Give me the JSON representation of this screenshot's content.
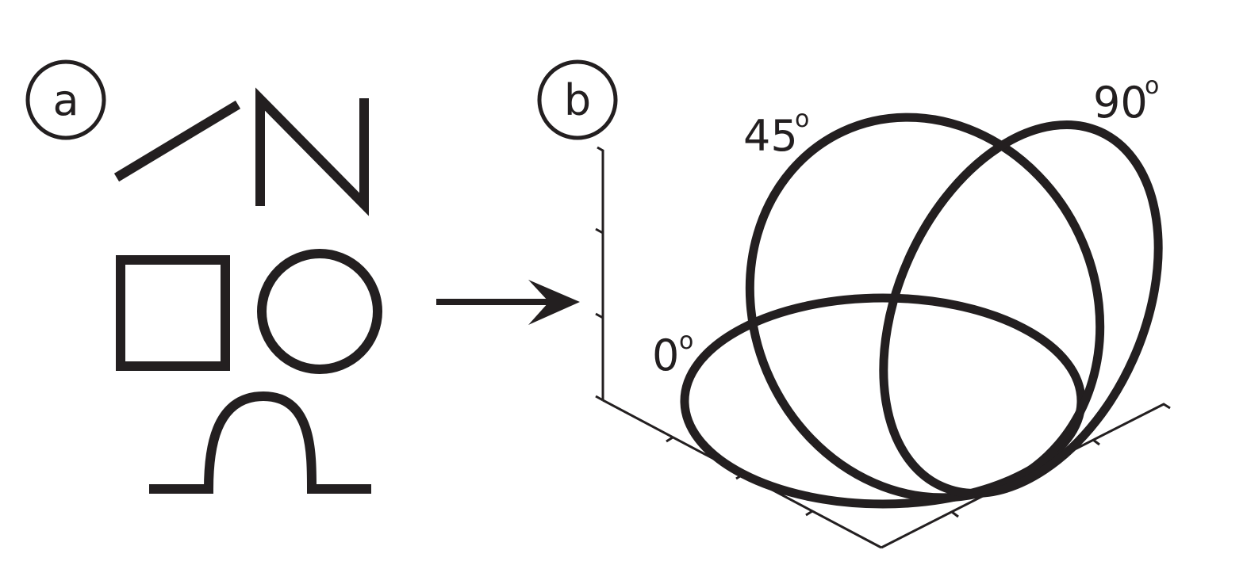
{
  "panel_a": {
    "label": "a",
    "shapes": [
      "diagonal-line",
      "n-shape",
      "square",
      "circle",
      "bump-curve"
    ]
  },
  "panel_b": {
    "label": "b",
    "ellipse_labels": [
      {
        "value": "0",
        "unit": "o"
      },
      {
        "value": "45",
        "unit": "o"
      },
      {
        "value": "90",
        "unit": "o"
      }
    ]
  },
  "arrow": "right-arrow",
  "colors": {
    "stroke": "#231f20",
    "background": "#ffffff"
  }
}
